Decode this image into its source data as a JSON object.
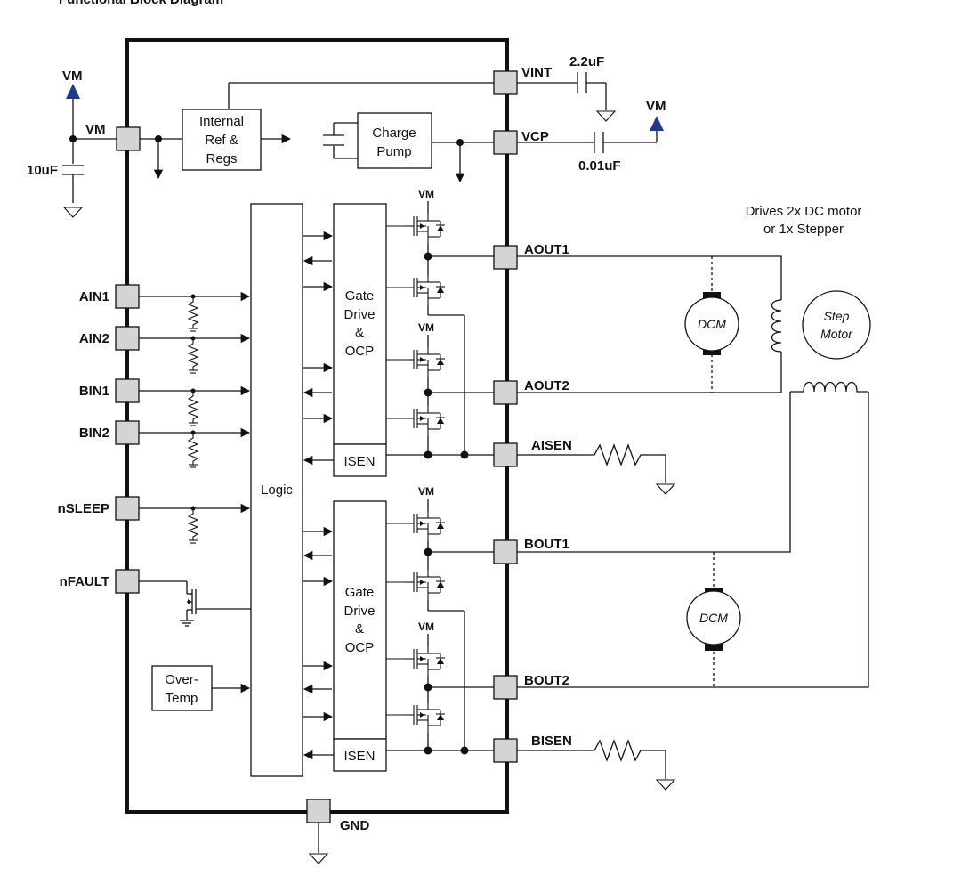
{
  "title_partial": "Functional Block Diagram",
  "colors": {
    "line": "#111111",
    "pad": "#d4d4d4",
    "vm_arrow": "#1f3a8a"
  },
  "supply": {
    "vm_top": "VM",
    "vm_pin": "VM",
    "vm_cap": "10uF",
    "vint_pin": "VINT",
    "vint_cap": "2.2uF",
    "vcp_pin": "VCP",
    "vcp_cap": "0.01uF",
    "vcp_vm": "VM"
  },
  "blocks": {
    "internal_ref": [
      "Internal",
      "Ref &",
      "Regs"
    ],
    "charge_pump": [
      "Charge",
      "Pump"
    ],
    "logic": "Logic",
    "gate_drive_a": [
      "Gate",
      "Drive",
      "&",
      "OCP"
    ],
    "gate_drive_b": [
      "Gate",
      "Drive",
      "&",
      "OCP"
    ],
    "isen_a": "ISEN",
    "isen_b": "ISEN",
    "over_temp": [
      "Over-",
      "Temp"
    ]
  },
  "inputs": [
    "AIN1",
    "AIN2",
    "BIN1",
    "BIN2",
    "nSLEEP",
    "nFAULT"
  ],
  "outputs": [
    "AOUT1",
    "AOUT2",
    "AISEN",
    "BOUT1",
    "BOUT2",
    "BISEN"
  ],
  "gnd": "GND",
  "fet_vm_label": "VM",
  "note": [
    "Drives 2x DC motor",
    "or 1x Stepper"
  ],
  "motors": {
    "dcm_a": "DCM",
    "dcm_b": "DCM",
    "step": [
      "Step",
      "Motor"
    ]
  }
}
